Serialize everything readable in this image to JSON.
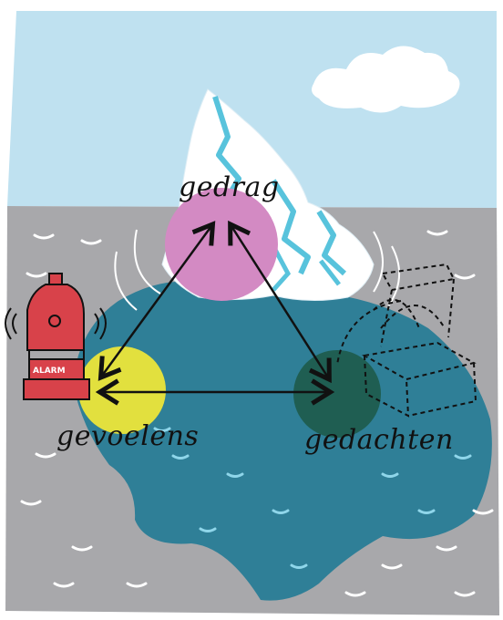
{
  "diagram": {
    "nodes": {
      "top": {
        "label": "gedrag",
        "color": "#d38ac3"
      },
      "left": {
        "label": "gevoelens",
        "color": "#e2e03e"
      },
      "right": {
        "label": "gedachten",
        "color": "#1f5e52"
      }
    },
    "alarm_text": "ALARM",
    "colors": {
      "sky": "#bfe1f0",
      "sea": "#a8a8ab",
      "underwater_ice": "#2f7f97",
      "ice": "#ffffff",
      "ice_shade": "#58c3dc",
      "alarm_red": "#d8424a"
    }
  }
}
